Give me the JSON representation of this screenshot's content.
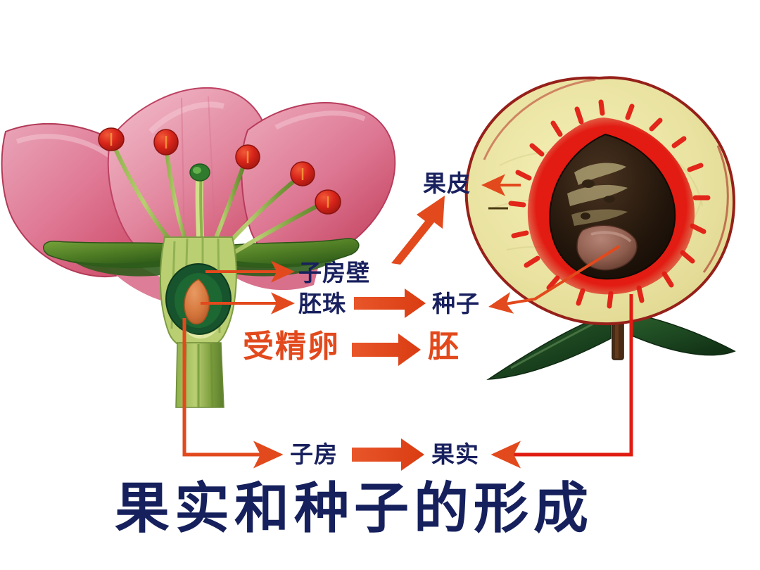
{
  "page": {
    "title": "果实和种子的形成",
    "background": "#ffffff"
  },
  "colors": {
    "label_navy": "#18205e",
    "title_navy": "#15205c",
    "arrow_orange": "#e2491c",
    "accent_red": "#e01b12",
    "petal_pink": "#e8889f",
    "petal_pink_dark": "#d4536f",
    "leaf_green": "#4d7a2a",
    "leaf_green_dark": "#1f4d20",
    "anther_red": "#d41f14",
    "peach_skin": "#9e1f18",
    "peach_flesh": "#ece6a4",
    "peach_red_ring": "#e21c13",
    "pit_brown": "#2a1a0e",
    "seed_brown": "#8a5a4a",
    "ovule_orange": "#d9743c"
  },
  "labels": {
    "pericarp": "果皮",
    "ovary_wall": "子房壁",
    "ovule": "胚珠",
    "seed": "种子",
    "fertilized_egg": "受精卵",
    "embryo": "胚",
    "ovary": "子房",
    "fruit": "果实"
  },
  "relations": [
    {
      "from": "子房壁",
      "to": "果皮",
      "kind": "thick-diagonal-arrow"
    },
    {
      "from": "胚珠",
      "to": "种子",
      "kind": "thick-horizontal-arrow"
    },
    {
      "from": "受精卵",
      "to": "胚",
      "kind": "thick-horizontal-arrow"
    },
    {
      "from": "子房",
      "to": "果实",
      "kind": "thick-horizontal-arrow"
    }
  ],
  "pointers": [
    {
      "target": "子房壁",
      "note": "thin arrow from flower ovary wall to label"
    },
    {
      "target": "胚珠",
      "note": "thin arrow from flower ovule to label"
    },
    {
      "target": "果皮",
      "note": "thin arrow from peach skin to label"
    },
    {
      "target": "种子",
      "note": "thin arrow from peach seed to label"
    },
    {
      "target": "子房",
      "note": "elbow connector from flower ovary down to label"
    },
    {
      "target": "果实",
      "note": "elbow connector from peach stem down to label"
    }
  ],
  "illustrations": {
    "left": {
      "name": "peach-blossom-cross-section",
      "parts": [
        "petals",
        "stamens",
        "anthers",
        "pistil",
        "sepals",
        "ovary",
        "ovule",
        "pedicel"
      ]
    },
    "right": {
      "name": "peach-fruit-cross-section",
      "parts": [
        "skin",
        "flesh",
        "pit",
        "seed",
        "stem",
        "leaves"
      ]
    }
  }
}
